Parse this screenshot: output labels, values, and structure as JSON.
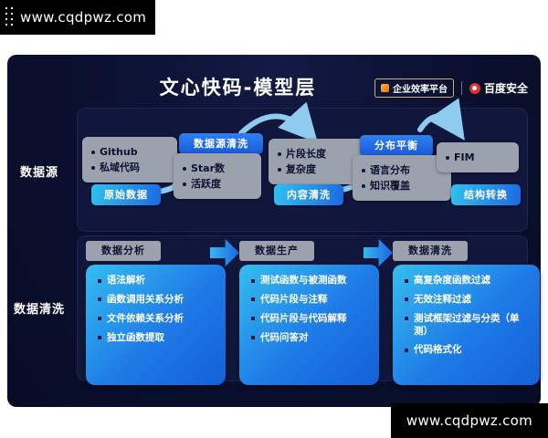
{
  "watermarks": {
    "top": "www.cqdpwz.com",
    "bottom": "www.cqdpwz.com"
  },
  "title": "文心快码-模型层",
  "badges": {
    "platform": "企业效率平台",
    "brand": "百度安全"
  },
  "source": {
    "label": "数据源",
    "groups": [
      {
        "tag": "原始数据",
        "items": [
          "Github",
          "私域代码"
        ]
      },
      {
        "tag": "数据源清洗",
        "items": [
          "Star数",
          "活跃度"
        ]
      },
      {
        "tag": "内容清洗",
        "items": [
          "片段长度",
          "复杂度"
        ]
      },
      {
        "tag": "分布平衡",
        "items": [
          "语言分布",
          "知识覆盖"
        ]
      },
      {
        "tag": "结构转换",
        "items": [
          "FIM"
        ]
      }
    ]
  },
  "cleaning": {
    "label": "数据清洗",
    "columns": [
      {
        "header": "数据分析",
        "items": [
          "语法解析",
          "函数调用关系分析",
          "文件依赖关系分析",
          "独立函数提取"
        ]
      },
      {
        "header": "数据生产",
        "items": [
          "测试函数与被测函数",
          "代码片段与注释",
          "代码片段与代码解释",
          "代码问答对"
        ]
      },
      {
        "header": "数据清洗",
        "items": [
          "高复杂度函数过滤",
          "无效注释过滤",
          "测试框架过滤与分类（单测）",
          "代码格式化"
        ]
      }
    ]
  },
  "colors": {
    "slide_bg": "#0a0f2e",
    "panel_bg": "#11173c",
    "gray_box": "#9ba1ad",
    "tag_blue": "#1f6ce0",
    "content_gradient_start": "#35bdf0",
    "content_gradient_end": "#1460d8",
    "arrow": "#8ecbee",
    "platform_badge_accent": "#f0a030",
    "brand_logo_red": "#e0332c"
  }
}
